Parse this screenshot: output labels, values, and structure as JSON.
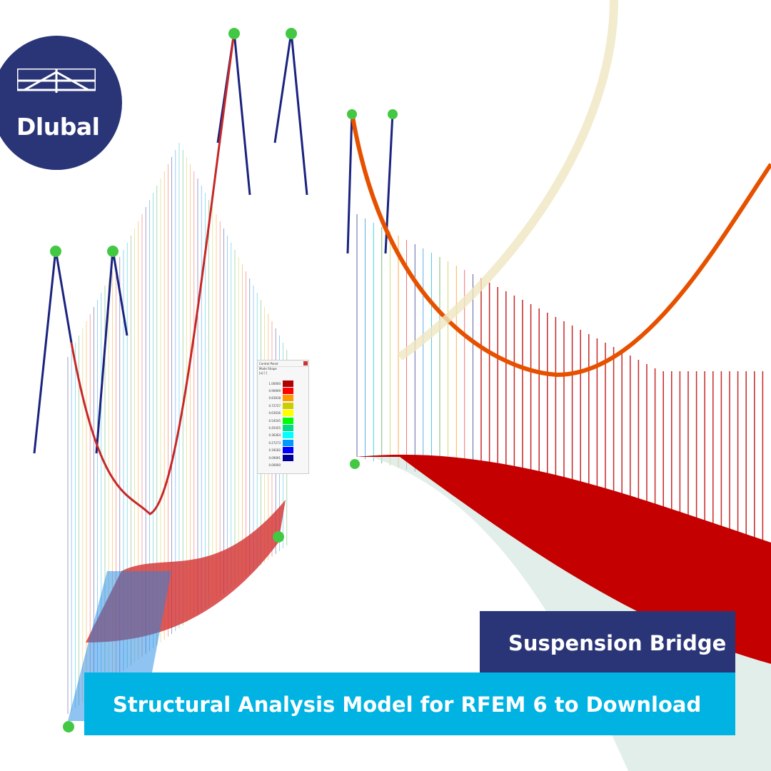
{
  "brand": {
    "name": "Dlubal",
    "color": "#2a3577"
  },
  "title": "Suspension Bridge",
  "subtitle": "Structural Analysis Model for RFEM 6 to Download",
  "accent_color": "#00b3e3",
  "control_panel": {
    "title": "Control Panel",
    "result": "Mode Shape",
    "unit": "|u| [-]",
    "legend": [
      {
        "value": "1.00000",
        "color": "#b00000"
      },
      {
        "value": "0.90909",
        "color": "#ff0000"
      },
      {
        "value": "0.81818",
        "color": "#ff9900"
      },
      {
        "value": "0.72727",
        "color": "#cccc00"
      },
      {
        "value": "0.63636",
        "color": "#ffff00"
      },
      {
        "value": "0.54545",
        "color": "#00ff00"
      },
      {
        "value": "0.45455",
        "color": "#00dd88"
      },
      {
        "value": "0.36364",
        "color": "#00ffff"
      },
      {
        "value": "0.27273",
        "color": "#0099ff"
      },
      {
        "value": "0.18182",
        "color": "#0000ff"
      },
      {
        "value": "0.09091",
        "color": "#000099"
      },
      {
        "value": "0.00000",
        "color": ""
      }
    ]
  }
}
